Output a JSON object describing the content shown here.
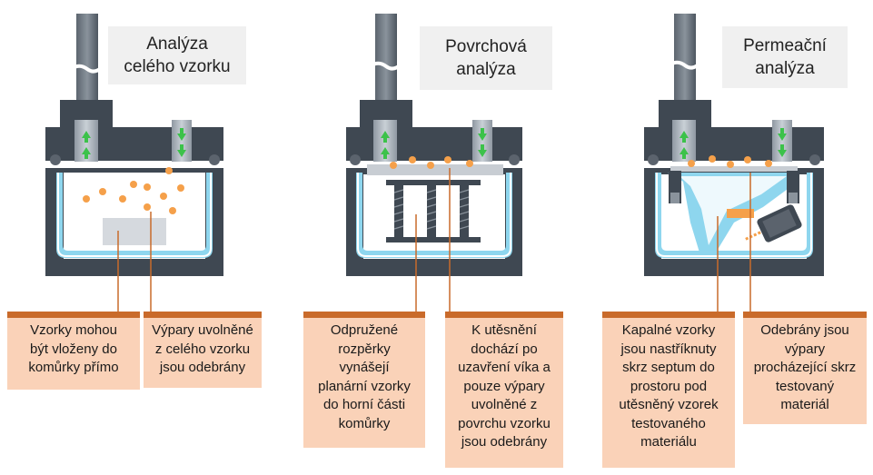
{
  "panels": [
    {
      "title": "Analýza\ncelého vzorku",
      "notes": [
        "Vzorky mohou\nbýt vloženy do\nkomůrky přímo",
        "Výpary uvolněné\nz celého vzorku\njsou odebrány"
      ]
    },
    {
      "title": "Povrchová\nanalýza",
      "notes": [
        "Odpružené\nrozpěrky\nvynášejí\nplanární vzorky\ndo horní části\nkomůrky",
        "K utěsnění\ndochází po\nuzavření víka a\npouze výpary\nuvolněné z\npovrchu vzorku\njsou odebrány"
      ]
    },
    {
      "title": "Permeační\nanalýza",
      "notes": [
        "Kapalné vzorky\njsou nastříknuty\nskrz septum do\nprostoru pod\nutěsněný vzorek\ntestovaného\nmateriálu",
        "Odebrány jsou\nvýpary\nprocházející skrz\ntestovaný\nmateriál"
      ]
    }
  ],
  "colors": {
    "housing": "#3f4852",
    "pipe": "#7a838d",
    "chamber_liquid": "#8ed6ee",
    "vapor_dot": "#f5a04a",
    "arrow": "#3cc24a",
    "callout_fill": "#fad2b8",
    "callout_border": "#c96a2a"
  }
}
